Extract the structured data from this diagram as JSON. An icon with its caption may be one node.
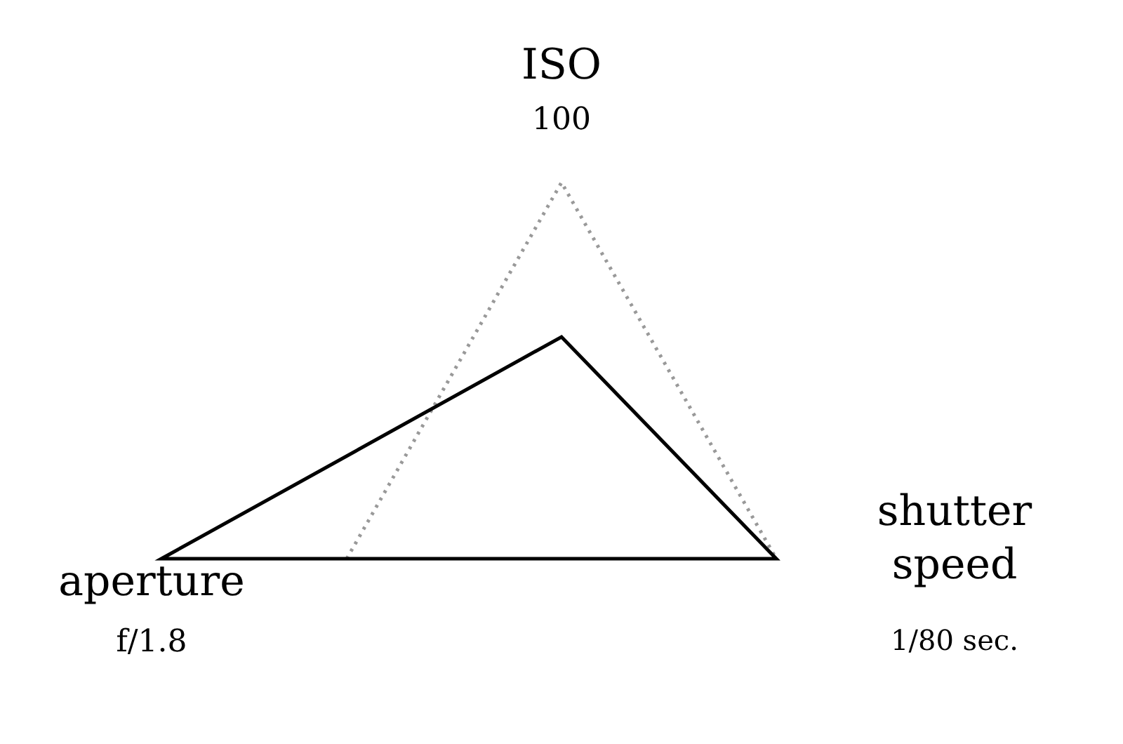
{
  "diagram": {
    "labels": [
      "ISO",
      "100",
      "shutter speed",
      "aperture",
      "f/1.8",
      "1/80 sec."
    ]
  }
}
